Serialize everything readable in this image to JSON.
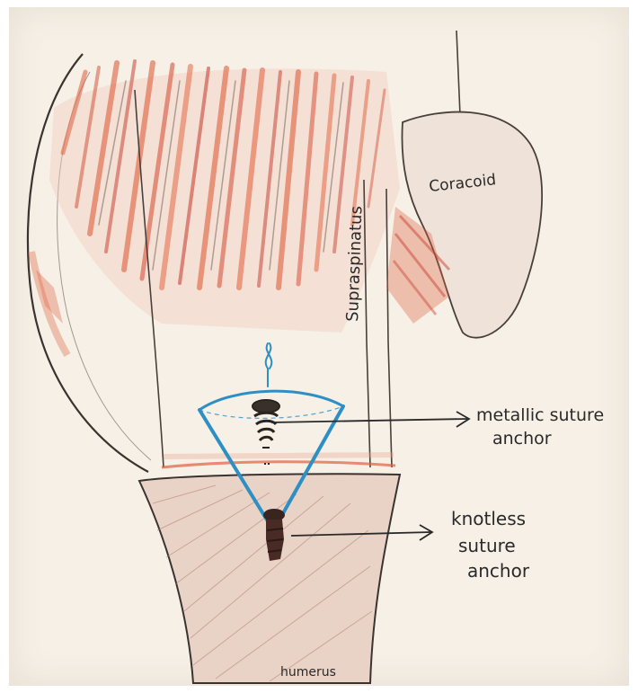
{
  "labels": {
    "supraspinatus": "Supraspinatus",
    "coracoid": "Coracoid",
    "metallic_line1": "metallic suture",
    "metallic_line2": "anchor",
    "knotless_line1": "knotless",
    "knotless_line2": "suture",
    "knotless_line3": "anchor",
    "humerus": "humerus"
  },
  "colors": {
    "paper": "#f6f0e6",
    "muscle_red": "#e0603f",
    "pencil_dark": "#3a3330",
    "suture_blue": "#2d8fc4",
    "bone_shade": "#c9a08a"
  }
}
